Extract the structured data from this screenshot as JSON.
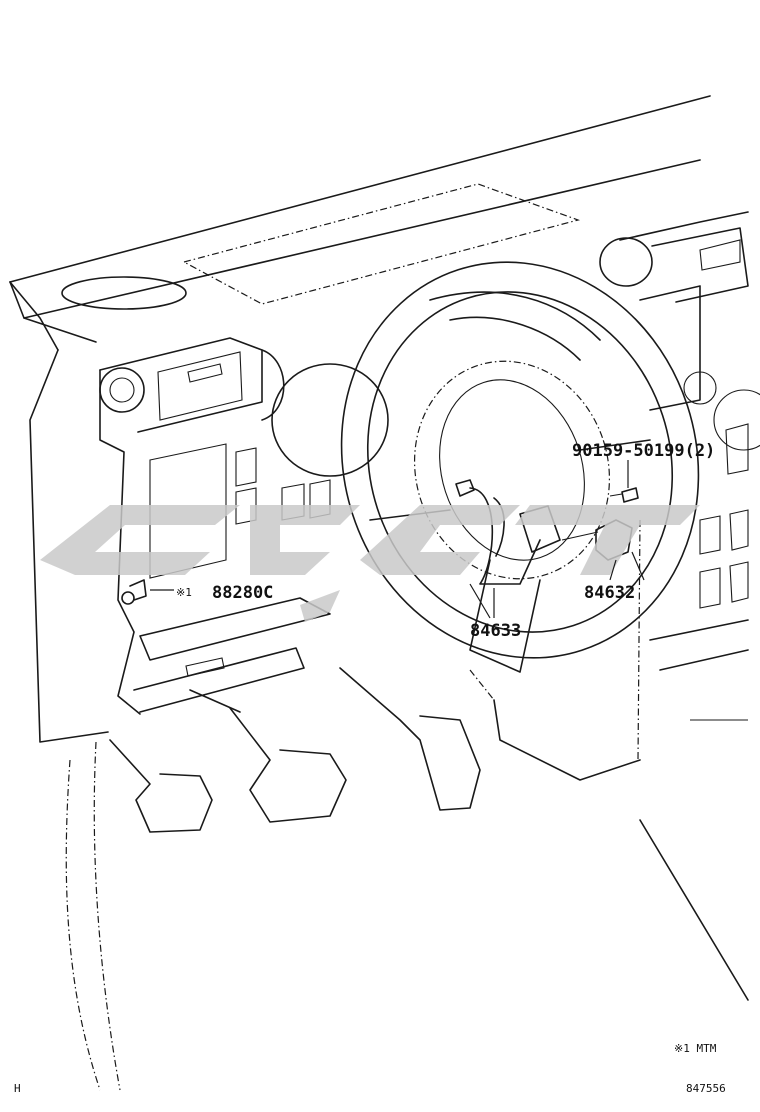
{
  "diagram": {
    "part_labels": {
      "bolt": "90159-50199(2)",
      "sensor": "88280C",
      "switch_a": "84632",
      "switch_b": "84633"
    },
    "note_marker": "※1",
    "footnote": "※1  MTM",
    "corner_code": "H",
    "illustration_id": "847556"
  }
}
